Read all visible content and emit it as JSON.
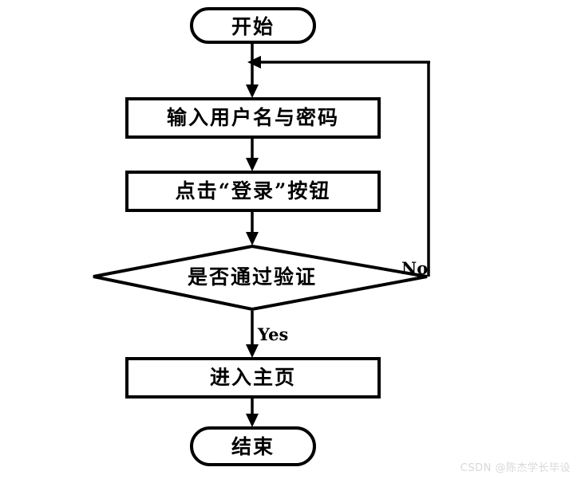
{
  "diagram": {
    "type": "flowchart",
    "orientation": "top-to-bottom",
    "title_text": "",
    "background_color": "#ffffff",
    "line_color": "#000000",
    "nodes": [
      {
        "id": "start",
        "shape": "stadium",
        "label": "开始"
      },
      {
        "id": "input",
        "shape": "rectangle",
        "label": "输入用户名与密码"
      },
      {
        "id": "click",
        "shape": "rectangle",
        "label": "点击“登录”按钮"
      },
      {
        "id": "verify",
        "shape": "diamond",
        "label": "是否通过验证"
      },
      {
        "id": "home",
        "shape": "rectangle",
        "label": "进入主页"
      },
      {
        "id": "end",
        "shape": "stadium",
        "label": "结束"
      }
    ],
    "edges": [
      {
        "from": "start",
        "to": "input",
        "label": ""
      },
      {
        "from": "input",
        "to": "click",
        "label": ""
      },
      {
        "from": "click",
        "to": "verify",
        "label": ""
      },
      {
        "from": "verify",
        "to": "home",
        "label": "Yes"
      },
      {
        "from": "verify",
        "to": "input",
        "label": "No"
      },
      {
        "from": "home",
        "to": "end",
        "label": ""
      }
    ],
    "edge_labels": {
      "no": "No",
      "yes": "Yes"
    }
  },
  "watermark": {
    "text": "CSDN @陈杰学长毕设",
    "color": "#d8d8d8"
  }
}
